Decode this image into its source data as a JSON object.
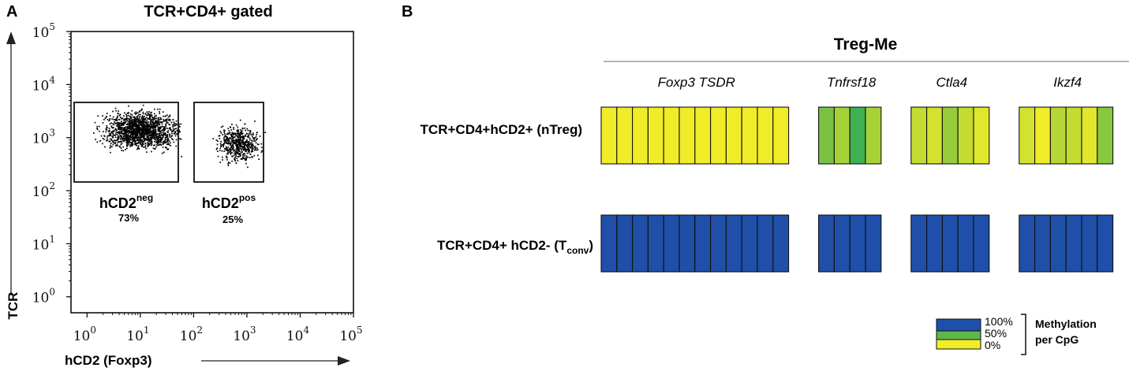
{
  "panel_a": {
    "letter": "A",
    "title": "TCR+CD4+ gated",
    "xlabel": "hCD2 (Foxp3)",
    "ylabel": "TCR",
    "gates": [
      {
        "label_base": "hCD2",
        "label_sup": "neg",
        "percent": "73%"
      },
      {
        "label_base": "hCD2",
        "label_sup": "pos",
        "percent": "25%"
      }
    ]
  },
  "panel_b": {
    "letter": "B",
    "group_title": "Treg-Me",
    "genes": [
      "Foxp3 TSDR",
      "Tnfrsf18",
      "Ctla4",
      "Ikzf4"
    ],
    "rows": [
      {
        "label": "TCR+CD4+hCD2+ (nTreg)"
      },
      {
        "label_main": "TCR+CD4+ hCD2- (T",
        "label_sub": "conv",
        "label_end": ")"
      }
    ],
    "legend": {
      "ticks": [
        "100%",
        "50%",
        "0%"
      ],
      "title_line1": "Methylation",
      "title_line2": "per CpG"
    }
  },
  "colors": {
    "methylated": "#1f4fa8",
    "partial": "#5cb848",
    "unmethylated": "#f0ec28",
    "scatter": "#000000"
  },
  "chart_data": [
    {
      "type": "scatter",
      "title": "TCR+CD4+ gated",
      "xlabel": "hCD2 (Foxp3)",
      "ylabel": "TCR",
      "xscale": "log",
      "yscale": "log",
      "xlim": [
        0.5,
        100000
      ],
      "ylim": [
        0.5,
        100000
      ],
      "xticks": [
        "0",
        "1",
        "2",
        "3",
        "4",
        "5"
      ],
      "yticks": [
        "0",
        "1",
        "2",
        "3",
        "4",
        "5"
      ],
      "tick_base": "10",
      "populations": [
        {
          "name": "hCD2neg",
          "percent": 73,
          "x_range": [
            0.5,
            60
          ],
          "y_range": [
            220,
            5000
          ],
          "center": [
            10,
            1400
          ]
        },
        {
          "name": "hCD2pos",
          "percent": 25,
          "x_range": [
            150,
            2200
          ],
          "y_range": [
            220,
            5000
          ],
          "center": [
            700,
            800
          ]
        }
      ]
    },
    {
      "type": "heatmap",
      "title": "Treg-Me",
      "colorscale": "Methylation per CpG",
      "color_levels": [
        "100%",
        "50%",
        "0%"
      ],
      "genes": [
        {
          "name": "Foxp3 TSDR",
          "cpg_count": 12
        },
        {
          "name": "Tnfrsf18",
          "cpg_count": 4
        },
        {
          "name": "Ctla4",
          "cpg_count": 5
        },
        {
          "name": "Ikzf4",
          "cpg_count": 6
        }
      ],
      "rows": [
        {
          "name": "TCR+CD4+hCD2+ (nTreg)",
          "methylation_percent": {
            "Foxp3 TSDR": [
              0,
              0,
              0,
              0,
              0,
              0,
              0,
              0,
              0,
              0,
              0,
              0
            ],
            "Tnfrsf18": [
              40,
              25,
              55,
              25
            ],
            "Ctla4": [
              15,
              10,
              30,
              15,
              5
            ],
            "Ikzf4": [
              10,
              0,
              20,
              15,
              5,
              35
            ]
          }
        },
        {
          "name": "TCR+CD4+ hCD2- (Tconv)",
          "methylation_percent": {
            "Foxp3 TSDR": [
              100,
              100,
              100,
              100,
              100,
              100,
              100,
              100,
              100,
              100,
              100,
              100
            ],
            "Tnfrsf18": [
              100,
              100,
              100,
              100
            ],
            "Ctla4": [
              100,
              100,
              100,
              100,
              100
            ],
            "Ikzf4": [
              100,
              100,
              100,
              100,
              100,
              100
            ]
          }
        }
      ]
    }
  ]
}
